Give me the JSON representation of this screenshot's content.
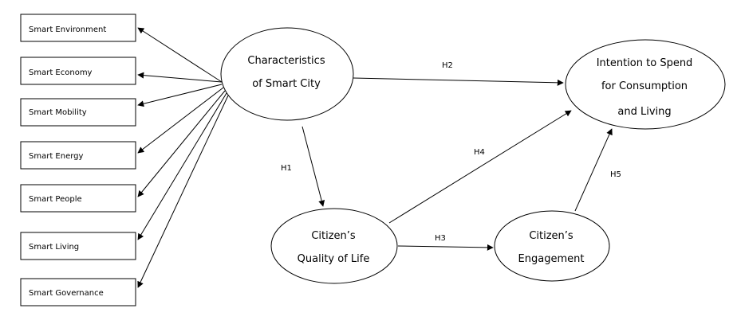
{
  "factors": [
    {
      "id": "env",
      "label": "Smart Environment"
    },
    {
      "id": "eco",
      "label": "Smart Economy"
    },
    {
      "id": "mob",
      "label": "Smart Mobility"
    },
    {
      "id": "ene",
      "label": "Smart Energy"
    },
    {
      "id": "peo",
      "label": "Smart People"
    },
    {
      "id": "liv",
      "label": "Smart Living"
    },
    {
      "id": "gov",
      "label": "Smart Governance"
    }
  ],
  "nodes": {
    "characteristics": {
      "line1": "Characteristics",
      "line2": "of Smart City"
    },
    "intention": {
      "line1": "Intention to Spend",
      "line2": "for Consumption",
      "line3": "and Living"
    },
    "quality": {
      "line1": "Citizen’s",
      "line2": "Quality of Life"
    },
    "engagement": {
      "line1": "Citizen’s",
      "line2": "Engagement"
    }
  },
  "hypotheses": {
    "h1": "H1",
    "h2": "H2",
    "h3": "H3",
    "h4": "H4",
    "h5": "H5"
  },
  "colors": {
    "stroke": "#000000",
    "background": "#ffffff"
  }
}
